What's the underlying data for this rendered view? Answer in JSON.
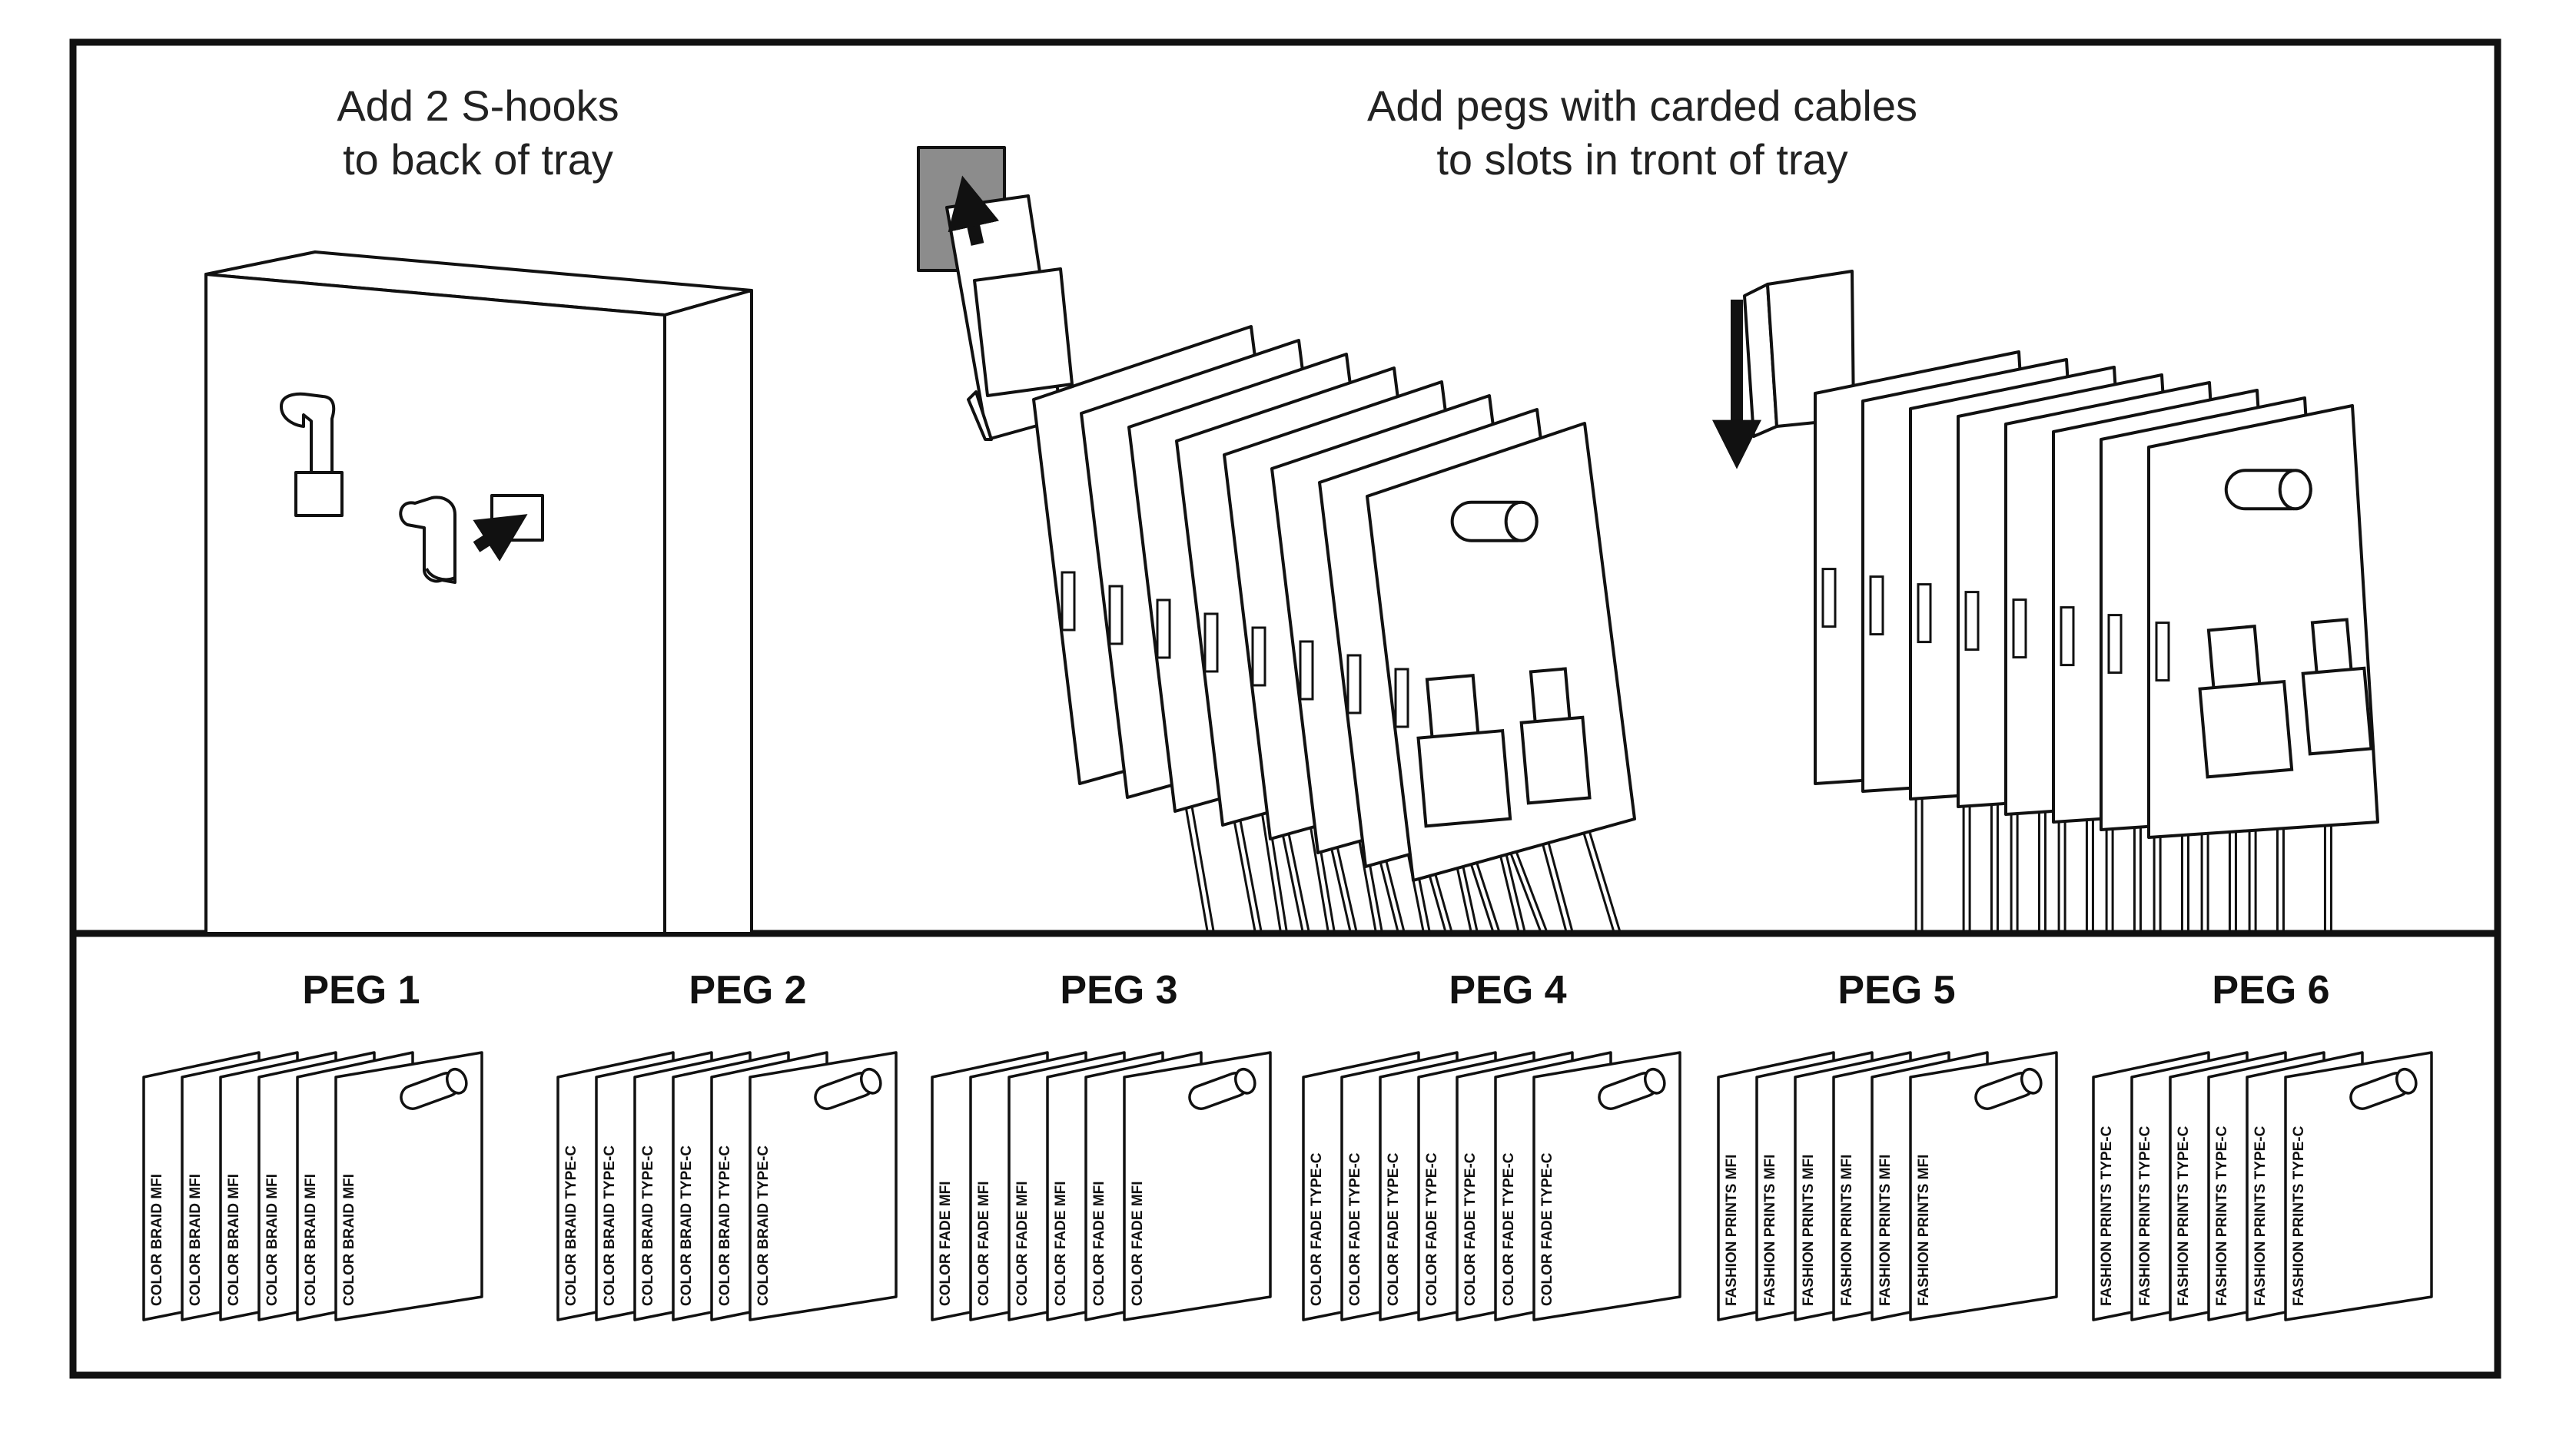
{
  "captions": {
    "hooks_line1": "Add 2 S-hooks",
    "hooks_line2": "to back of tray",
    "pegs_line1": "Add pegs with carded cables",
    "pegs_line2": "to slots in tront of tray"
  },
  "pegs": [
    {
      "title": "PEG 1",
      "label": "COLOR BRAID MFI",
      "count": 6
    },
    {
      "title": "PEG 2",
      "label": "COLOR BRAID TYPE-C",
      "count": 6
    },
    {
      "title": "PEG 3",
      "label": "COLOR FADE MFI",
      "count": 6
    },
    {
      "title": "PEG 4",
      "label": "COLOR FADE TYPE-C",
      "count": 7
    },
    {
      "title": "PEG 5",
      "label": "FASHION PRINTS MFI",
      "count": 6
    },
    {
      "title": "PEG 6",
      "label": "FASHION PRINTS TYPE-C",
      "count": 6
    }
  ],
  "colors": {
    "line": "#111111",
    "hanger": "#8c8c8c",
    "background": "#ffffff"
  }
}
